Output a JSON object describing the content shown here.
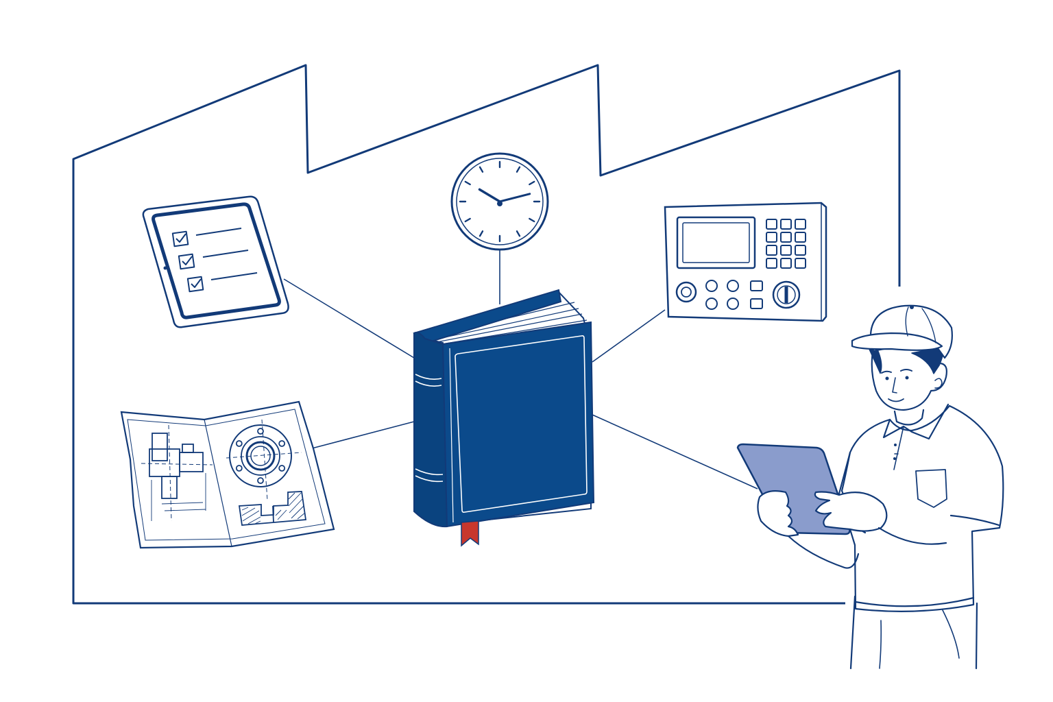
{
  "colors": {
    "line": "#123a78",
    "book_cover": "#0b4a8b",
    "book_spine": "#0a437f",
    "bookmark": "#c8372d",
    "tablet_fill": "#8a9ccc",
    "paper": "#ffffff"
  },
  "icons": {
    "factory": "factory-outline-icon",
    "book": "manual-book-icon",
    "clock": "clock-icon",
    "checklist": "checklist-tablet-icon",
    "control_panel": "control-panel-icon",
    "blueprint": "technical-drawing-icon",
    "worker": "technician-with-tablet-icon"
  },
  "clock": {
    "hour_hand_angle_deg": -55,
    "minute_hand_angle_deg": 72
  },
  "checklist": {
    "items_checked": 3,
    "items_total": 3
  },
  "control_panel": {
    "keypad_rows": 4,
    "keypad_cols": 3
  }
}
